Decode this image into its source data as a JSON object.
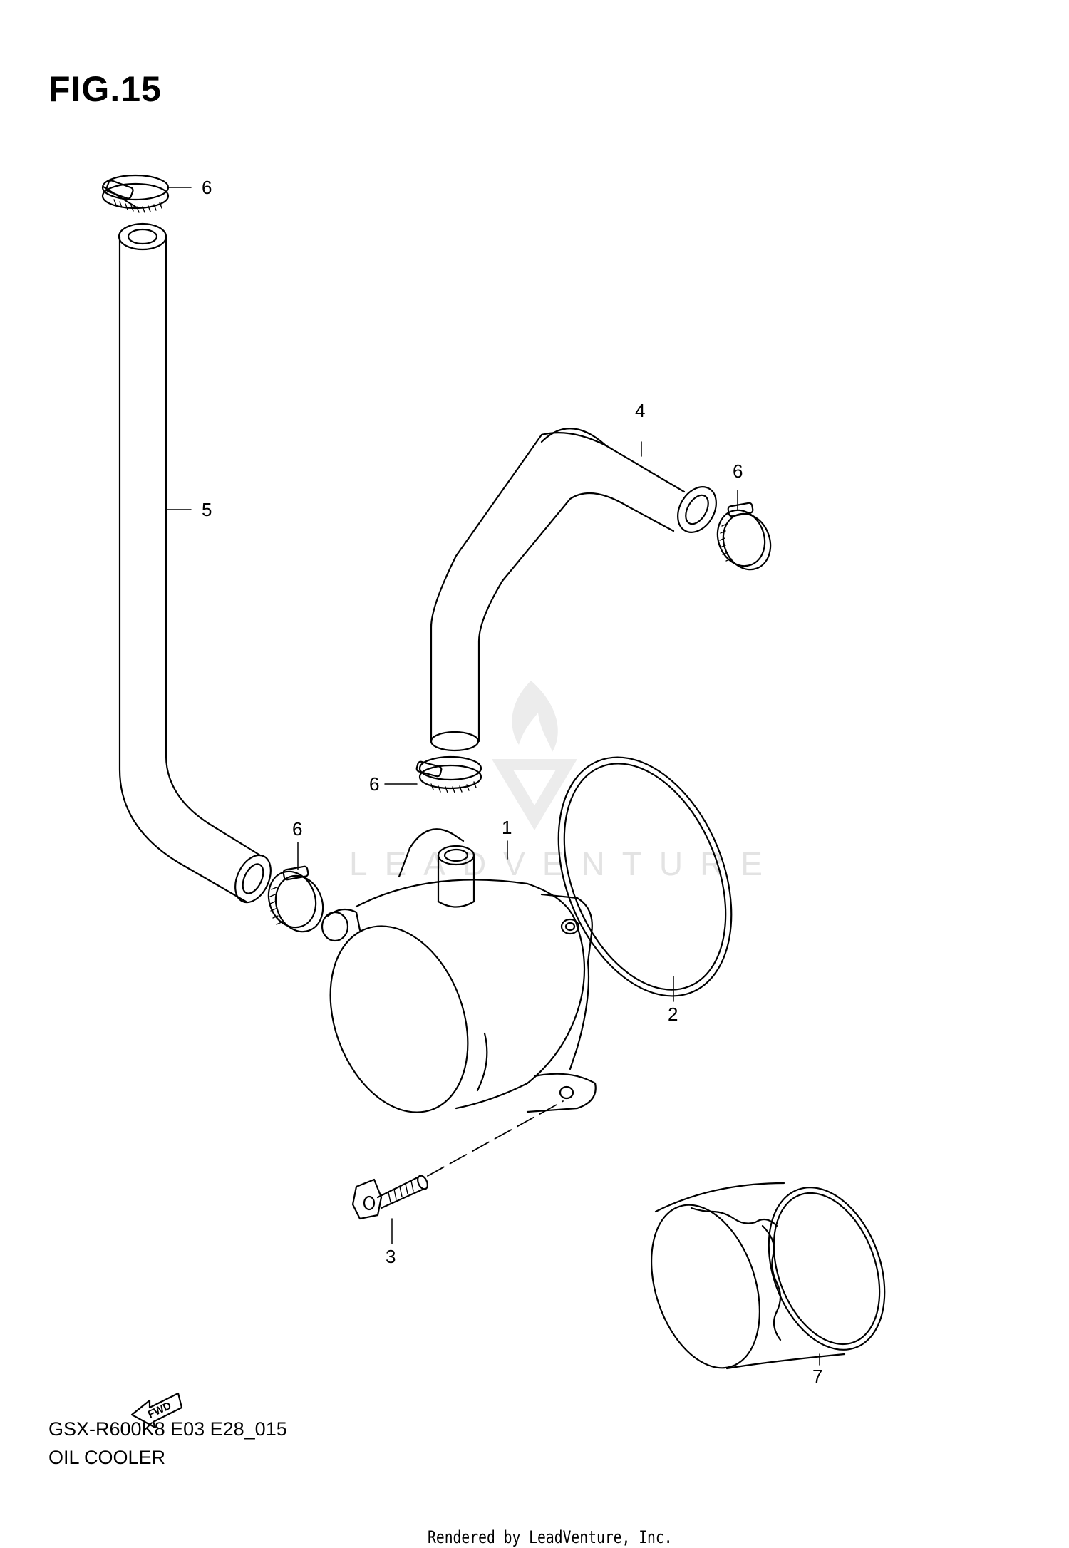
{
  "figure": {
    "title": "FIG.15",
    "model_code": "GSX-R600K8 E03 E28_015",
    "section": "OIL COOLER"
  },
  "callouts": [
    {
      "id": "c1",
      "label": "1",
      "part": "oil cooler"
    },
    {
      "id": "c2",
      "label": "2",
      "part": "o-ring"
    },
    {
      "id": "c3",
      "label": "3",
      "part": "bolt"
    },
    {
      "id": "c4",
      "label": "4",
      "part": "hose"
    },
    {
      "id": "c5",
      "label": "5",
      "part": "hose"
    },
    {
      "id": "c6a",
      "label": "6",
      "part": "clamp"
    },
    {
      "id": "c6b",
      "label": "6",
      "part": "clamp"
    },
    {
      "id": "c6c",
      "label": "6",
      "part": "clamp"
    },
    {
      "id": "c6d",
      "label": "6",
      "part": "clamp"
    },
    {
      "id": "c7",
      "label": "7",
      "part": "oil filter"
    }
  ],
  "watermark": {
    "text": "LEADVENTURE",
    "color": "#e3e3e3"
  },
  "fwd_marker": {
    "text": "FWD"
  },
  "footer": {
    "rendered_by": "Rendered by LeadVenture, Inc."
  },
  "colors": {
    "line": "#000000",
    "background": "#ffffff",
    "watermark": "#e3e3e3"
  }
}
